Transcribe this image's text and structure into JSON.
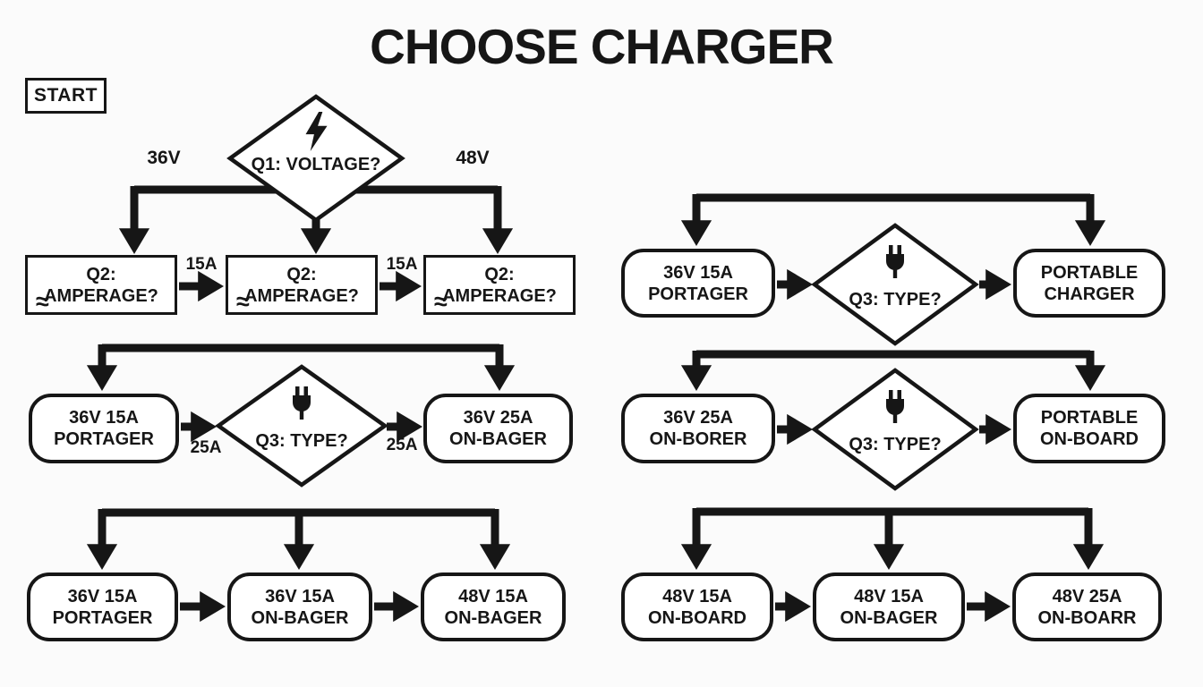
{
  "title": "CHOOSE CHARGER",
  "start": {
    "label": "START"
  },
  "colors": {
    "ink": "#161616",
    "background": "#fbfbfb",
    "node_fill": "#ffffff"
  },
  "icons": {
    "q1": "lightning-bolt",
    "q2": "amperage-wave",
    "q2_glyph": "≈",
    "q3": "power-plug"
  },
  "q1": {
    "label": "Q1: VOLTAGE?",
    "branch_left": "36V",
    "branch_right": "48V"
  },
  "left": {
    "q2_boxes": [
      {
        "label": "Q2: AMPERAGE?"
      },
      {
        "label": "Q2: AMPERAGE?"
      },
      {
        "label": "Q2: AMPERAGE?"
      }
    ],
    "q2_edge_labels": [
      "15A",
      "15A"
    ],
    "type_row": {
      "source": {
        "line1": "36V 15A",
        "line2": "PORTAGER"
      },
      "diamond_label": "Q3: TYPE?",
      "target": {
        "line1": "36V 25A",
        "line2": "ON-BAGER"
      },
      "edge_labels": [
        "25A",
        "25A"
      ]
    },
    "result_row": [
      {
        "line1": "36V 15A",
        "line2": "PORTAGER"
      },
      {
        "line1": "36V 15A",
        "line2": "ON-BAGER"
      },
      {
        "line1": "48V 15A",
        "line2": "ON-BAGER"
      }
    ]
  },
  "right": {
    "type_row_1": {
      "source": {
        "line1": "36V 15A",
        "line2": "PORTAGER"
      },
      "diamond_label": "Q3: TYPE?",
      "target": {
        "line1": "PORTABLE",
        "line2": "CHARGER"
      }
    },
    "type_row_2": {
      "source": {
        "line1": "36V 25A",
        "line2": "ON-BORER"
      },
      "diamond_label": "Q3: TYPE?",
      "target": {
        "line1": "PORTABLE",
        "line2": "ON-BOARD"
      }
    },
    "result_row": [
      {
        "line1": "48V 15A",
        "line2": "ON-BOARD"
      },
      {
        "line1": "48V 15A",
        "line2": "ON-BAGER"
      },
      {
        "line1": "48V 25A",
        "line2": "ON-BOARR"
      }
    ]
  }
}
